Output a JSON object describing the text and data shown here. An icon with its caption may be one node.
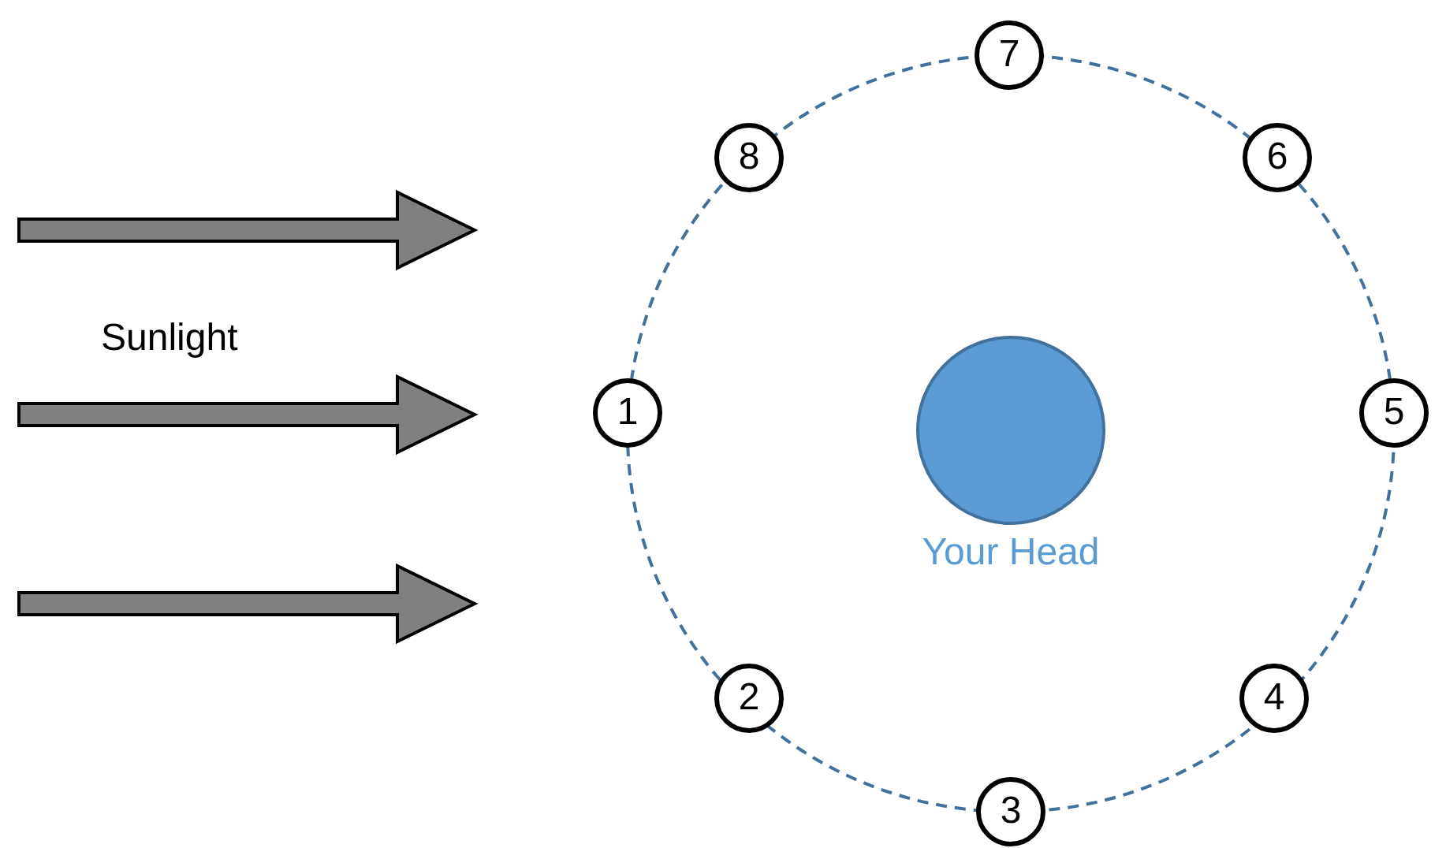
{
  "diagram": {
    "nodes": [
      {
        "text": [
          "7"
        ]
      },
      {
        "text": [
          "8"
        ]
      },
      {
        "text": [
          "6"
        ]
      },
      {
        "text": [
          "1"
        ]
      },
      {
        "text": [
          "Your Head"
        ]
      },
      {
        "text": [
          "5"
        ]
      },
      {
        "text": [
          "2"
        ]
      },
      {
        "text": [
          "4"
        ]
      },
      {
        "text": [
          "3"
        ]
      }
    ],
    "labels": [
      "Sunlight"
    ]
  }
}
